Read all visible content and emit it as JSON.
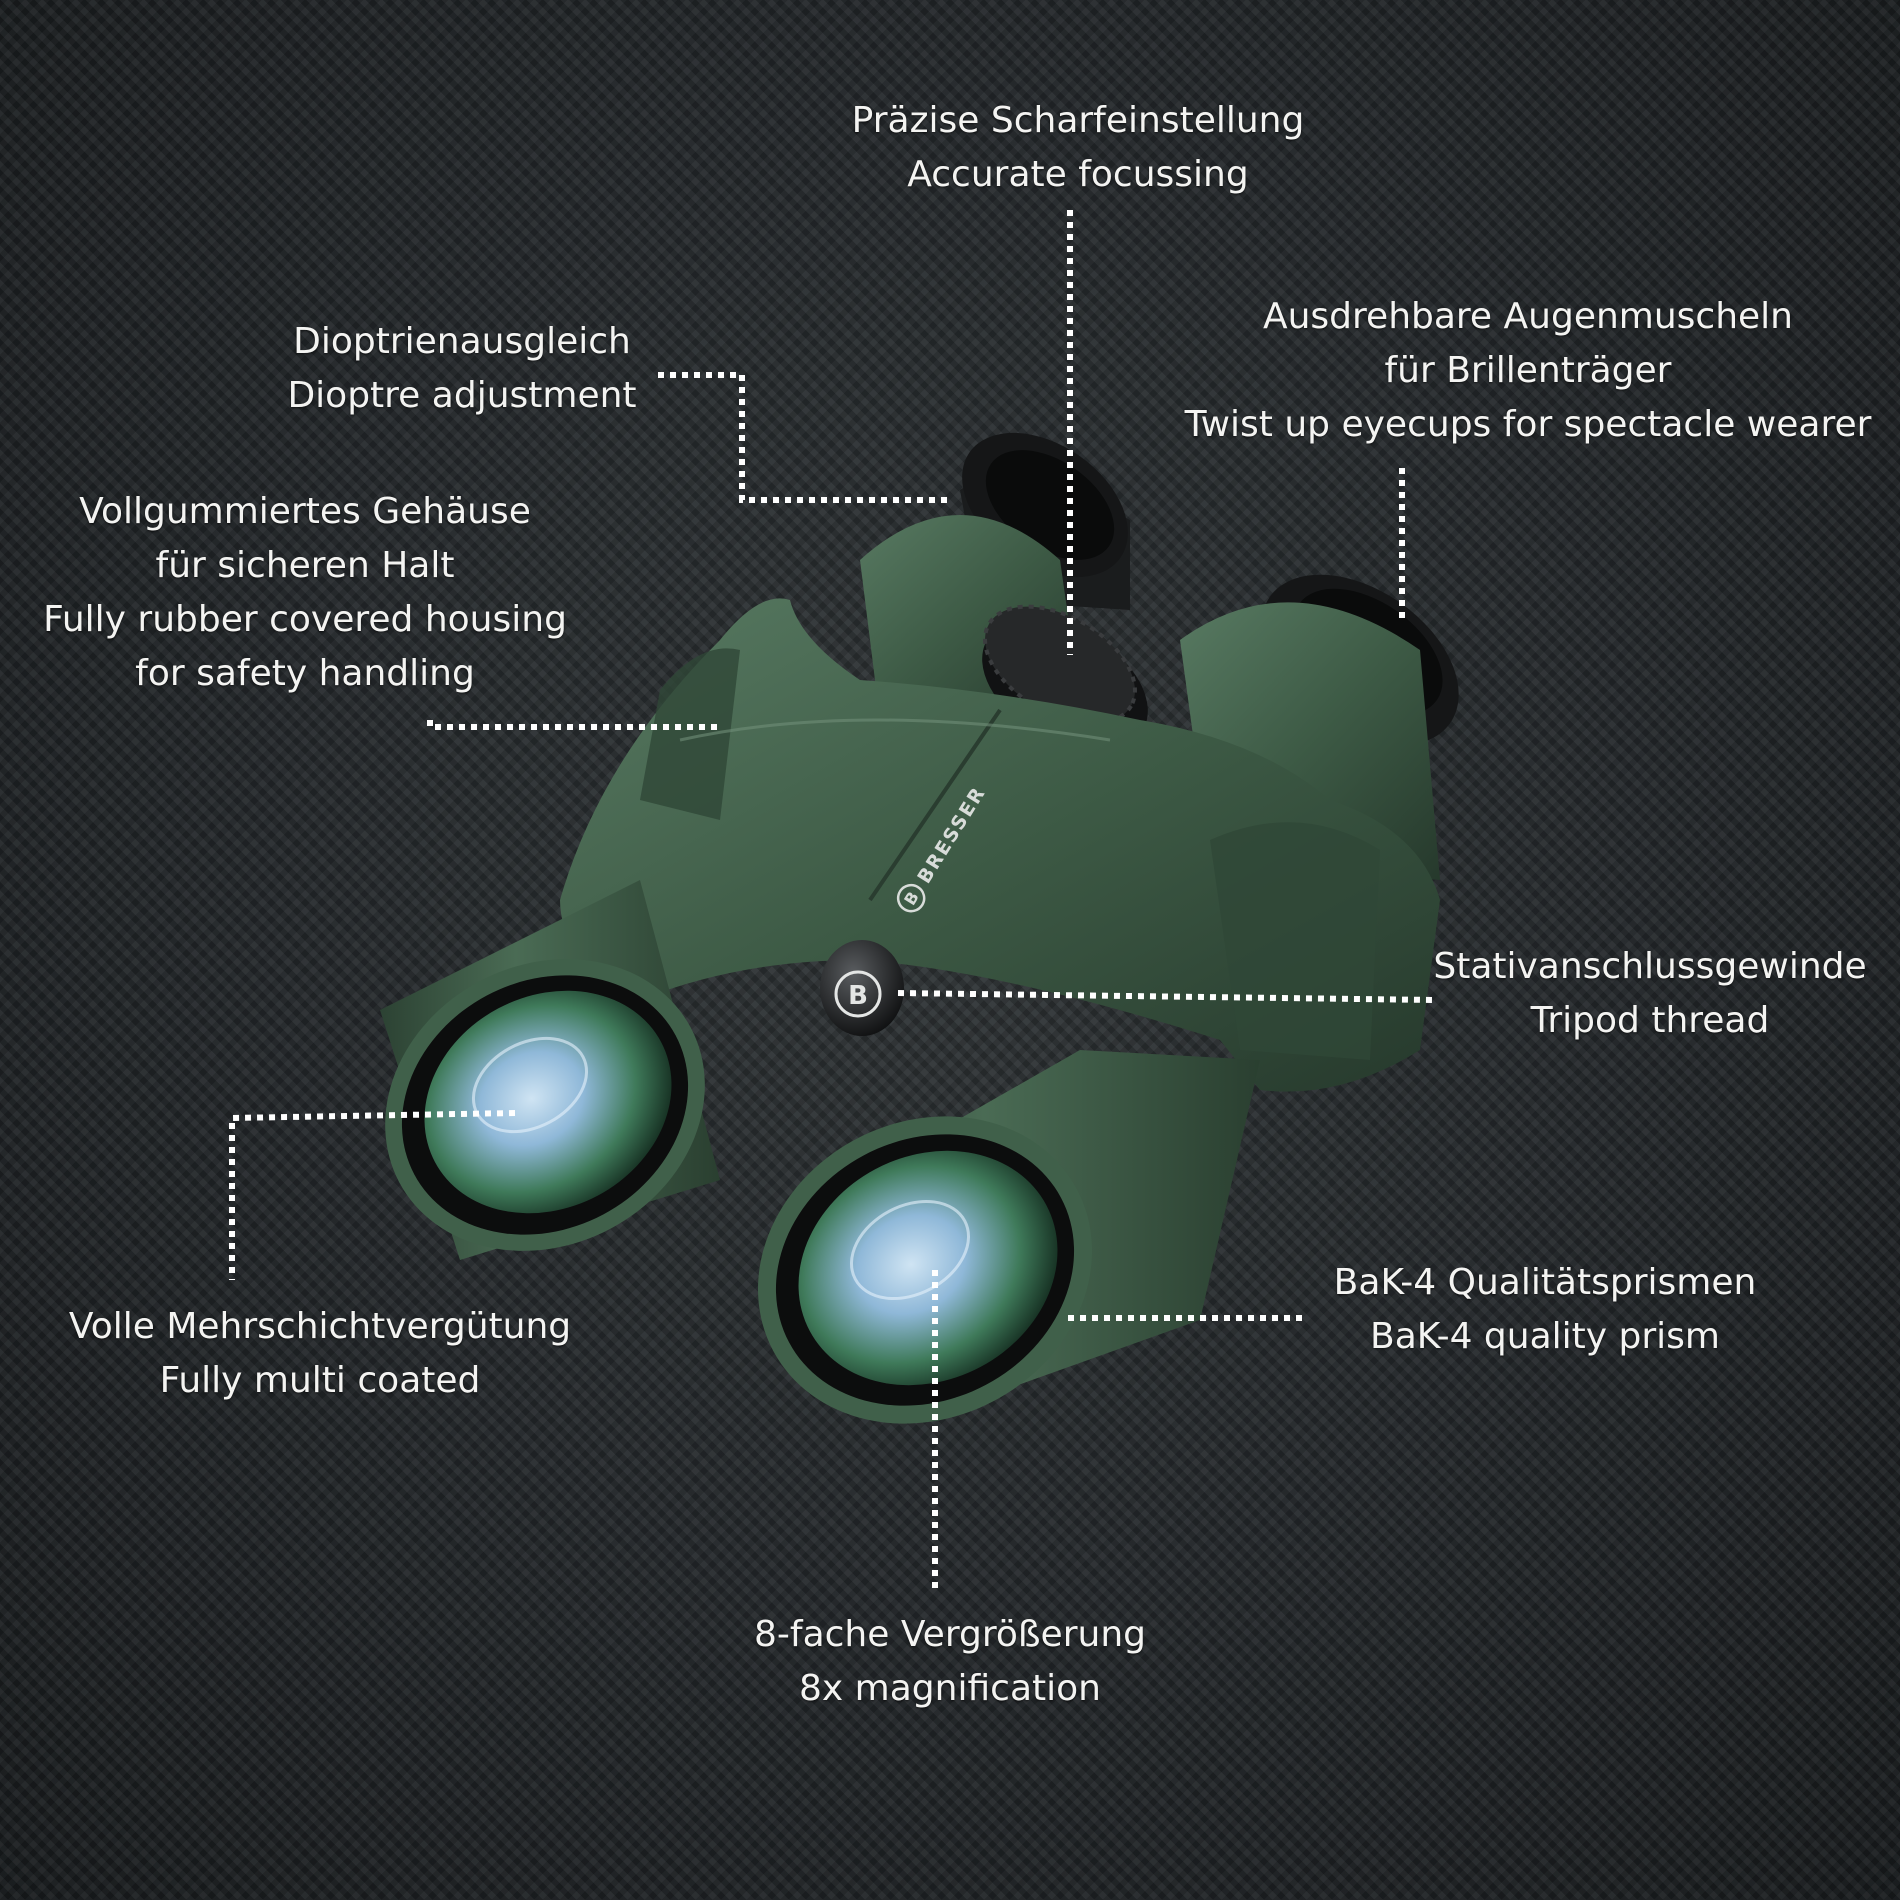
{
  "labels": {
    "focus": {
      "de": "Präzise Scharfeinstellung",
      "en": "Accurate focussing"
    },
    "diopter": {
      "de": "Dioptrienausgleich",
      "en": "Dioptre adjustment"
    },
    "eyecups": {
      "de1": "Ausdrehbare Augenmuscheln",
      "de2": "für Brillenträger",
      "en": "Twist up eyecups for spectacle wearer"
    },
    "housing": {
      "de1": "Vollgummiertes Gehäuse",
      "de2": "für sicheren Halt",
      "en1": "Fully rubber covered housing",
      "en2": "for safety handling"
    },
    "tripod": {
      "de": "Stativanschlussgewinde",
      "en": "Tripod thread"
    },
    "coating": {
      "de": "Volle Mehrschichtvergütung",
      "en": "Fully multi coated"
    },
    "prism": {
      "de": "BaK-4 Qualitätsprismen",
      "en": "BaK-4 quality prism"
    },
    "magnification": {
      "de": "8-fache Vergrößerung",
      "en": "8x magnification"
    }
  },
  "brand": {
    "name": "BRESSER",
    "letter": "B"
  },
  "colors": {
    "body": "#3d5a45",
    "body_light": "#587a62",
    "body_dark": "#26392c",
    "eyecup": "#151617",
    "lens": "#8fb8d8",
    "leader": "#ffffff",
    "text": "#f4f4f2"
  }
}
